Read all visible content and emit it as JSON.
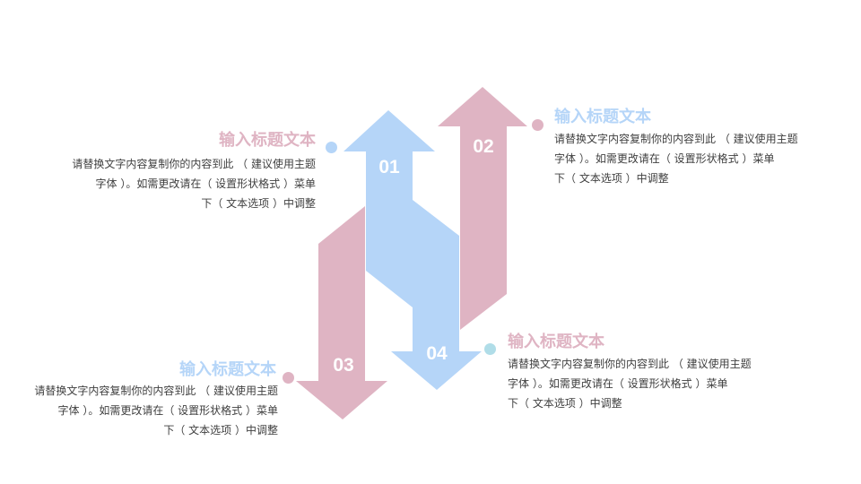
{
  "colors": {
    "blue": "#b5d5f8",
    "pink": "#dfb4c3",
    "cyan": "#b0dde8",
    "text": "#404040"
  },
  "steps": [
    {
      "number": "01",
      "title": "输入标题文本",
      "lines": [
        "请替换文字内容复制你的内容到此 （ 建议使用主题",
        "字体 ）。如需更改请在（ 设置形状格式 ）菜单",
        "下（ 文本选项 ）中调整"
      ]
    },
    {
      "number": "02",
      "title": "输入标题文本",
      "lines": [
        "请替换文字内容复制你的内容到此 （ 建议使用主题",
        "字体 ）。如需更改请在（ 设置形状格式 ）菜单",
        "下（ 文本选项 ）中调整"
      ]
    },
    {
      "number": "03",
      "title": "输入标题文本",
      "lines": [
        "请替换文字内容复制你的内容到此 （ 建议使用主题",
        "字体 ）。如需更改请在（ 设置形状格式 ）菜单",
        "下（ 文本选项 ）中调整"
      ]
    },
    {
      "number": "04",
      "title": "输入标题文本",
      "lines": [
        "请替换文字内容复制你的内容到此 （ 建议使用主题",
        "字体 ）。如需更改请在（ 设置形状格式 ）菜单",
        "下（ 文本选项 ）中调整"
      ]
    }
  ]
}
